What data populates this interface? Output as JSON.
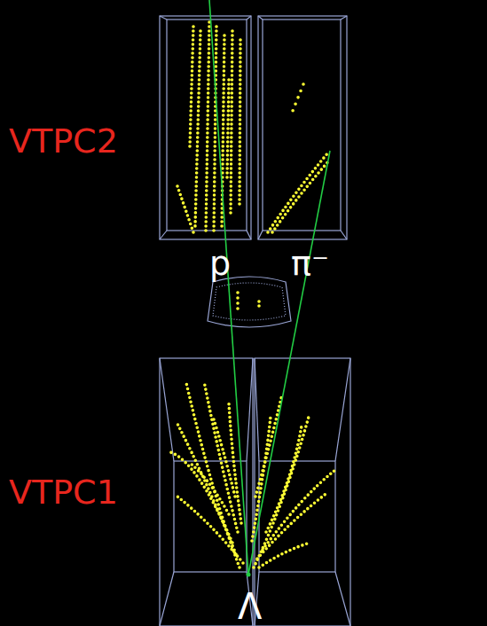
{
  "diagram": {
    "labels": [
      "VTPC2",
      "VTPC1",
      "p",
      "π⁻",
      "Λ"
    ]
  }
}
